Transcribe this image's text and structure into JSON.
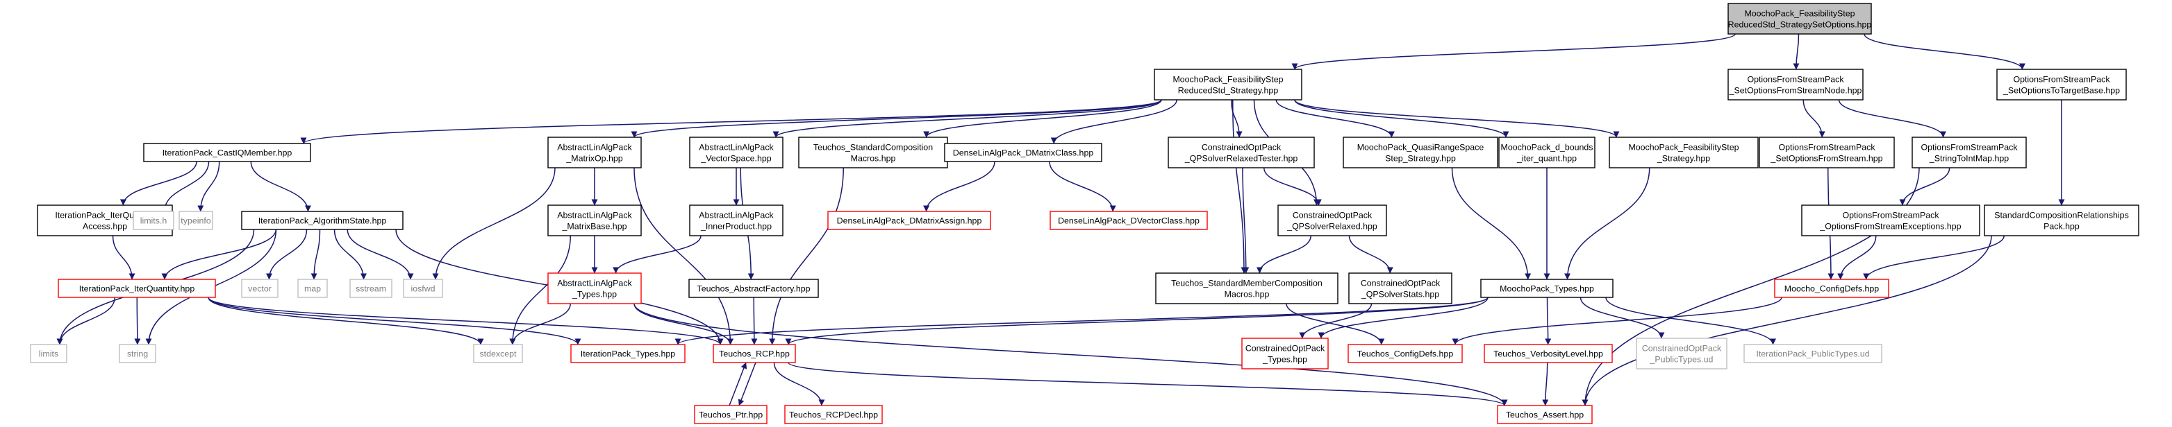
{
  "colors": {
    "edge": "#191970",
    "border_black": "#000000",
    "border_red": "#ff0000",
    "border_gray": "#bfbfbf",
    "root_fill": "#bfbfbf",
    "node_fill": "#ffffff",
    "text": "#000000",
    "text_gray": "#7f7f7f"
  },
  "nodes": [
    {
      "id": "root",
      "lines": [
        "MoochoPack_FeasibilityStep",
        "ReducedStd_StrategySetOptions.hpp"
      ],
      "style": "root"
    },
    {
      "id": "fs_reduced",
      "lines": [
        "MoochoPack_FeasibilityStep",
        "ReducedStd_Strategy.hpp"
      ],
      "style": "black"
    },
    {
      "id": "ofs_setnode",
      "lines": [
        "OptionsFromStreamPack",
        "_SetOptionsFromStreamNode.hpp"
      ],
      "style": "black"
    },
    {
      "id": "ofs_target",
      "lines": [
        "OptionsFromStreamPack",
        "_SetOptionsToTargetBase.hpp"
      ],
      "style": "black"
    },
    {
      "id": "cast_iq",
      "lines": [
        "IterationPack_CastIQMember.hpp"
      ],
      "style": "black"
    },
    {
      "id": "ala_matop",
      "lines": [
        "AbstractLinAlgPack",
        "_MatrixOp.hpp"
      ],
      "style": "black"
    },
    {
      "id": "ala_vecspace",
      "lines": [
        "AbstractLinAlgPack",
        "_VectorSpace.hpp"
      ],
      "style": "black"
    },
    {
      "id": "teuchos_stdcomp",
      "lines": [
        "Teuchos_StandardComposition",
        "Macros.hpp"
      ],
      "style": "black"
    },
    {
      "id": "dla_dmatrix",
      "lines": [
        "DenseLinAlgPack_DMatrixClass.hpp"
      ],
      "style": "black"
    },
    {
      "id": "cop_tester",
      "lines": [
        "ConstrainedOptPack",
        "_QPSolverRelaxedTester.hpp"
      ],
      "style": "black"
    },
    {
      "id": "mp_quasi",
      "lines": [
        "MoochoPack_QuasiRangeSpace",
        "Step_Strategy.hpp"
      ],
      "style": "black"
    },
    {
      "id": "mp_dbounds",
      "lines": [
        "MoochoPack_d_bounds",
        "_iter_quant.hpp"
      ],
      "style": "black"
    },
    {
      "id": "mp_fsstrat",
      "lines": [
        "MoochoPack_FeasibilityStep",
        "_Strategy.hpp"
      ],
      "style": "black"
    },
    {
      "id": "ofs_setstream",
      "lines": [
        "OptionsFromStreamPack",
        "_SetOptionsFromStream.hpp"
      ],
      "style": "black"
    },
    {
      "id": "ofs_strtoint",
      "lines": [
        "OptionsFromStreamPack",
        "_StringToIntMap.hpp"
      ],
      "style": "black"
    },
    {
      "id": "ip_iqaccess",
      "lines": [
        "IterationPack_IterQuantity",
        "Access.hpp"
      ],
      "style": "black"
    },
    {
      "id": "limits_h",
      "lines": [
        "limits.h"
      ],
      "style": "gray"
    },
    {
      "id": "typeinfo",
      "lines": [
        "typeinfo"
      ],
      "style": "gray"
    },
    {
      "id": "ip_algstate",
      "lines": [
        "IterationPack_AlgorithmState.hpp"
      ],
      "style": "black"
    },
    {
      "id": "ala_matbase",
      "lines": [
        "AbstractLinAlgPack",
        "_MatrixBase.hpp"
      ],
      "style": "black"
    },
    {
      "id": "ala_innerprod",
      "lines": [
        "AbstractLinAlgPack",
        "_InnerProduct.hpp"
      ],
      "style": "black"
    },
    {
      "id": "dla_dmassign",
      "lines": [
        "DenseLinAlgPack_DMatrixAssign.hpp"
      ],
      "style": "red"
    },
    {
      "id": "dla_dvector",
      "lines": [
        "DenseLinAlgPack_DVectorClass.hpp"
      ],
      "style": "red"
    },
    {
      "id": "cop_relaxed",
      "lines": [
        "ConstrainedOptPack",
        "_QPSolverRelaxed.hpp"
      ],
      "style": "black"
    },
    {
      "id": "ofs_exceptions",
      "lines": [
        "OptionsFromStreamPack",
        "_OptionsFromStreamExceptions.hpp"
      ],
      "style": "black"
    },
    {
      "id": "std_comp_rel",
      "lines": [
        "StandardCompositionRelationships",
        "Pack.hpp"
      ],
      "style": "black"
    },
    {
      "id": "ip_iterquant",
      "lines": [
        "IterationPack_IterQuantity.hpp"
      ],
      "style": "red"
    },
    {
      "id": "vector",
      "lines": [
        "vector"
      ],
      "style": "gray"
    },
    {
      "id": "map",
      "lines": [
        "map"
      ],
      "style": "gray"
    },
    {
      "id": "sstream",
      "lines": [
        "sstream"
      ],
      "style": "gray"
    },
    {
      "id": "iosfwd",
      "lines": [
        "iosfwd"
      ],
      "style": "gray"
    },
    {
      "id": "ala_types",
      "lines": [
        "AbstractLinAlgPack",
        "_Types.hpp"
      ],
      "style": "red"
    },
    {
      "id": "teuchos_absfact",
      "lines": [
        "Teuchos_AbstractFactory.hpp"
      ],
      "style": "black"
    },
    {
      "id": "teuchos_stdmember",
      "lines": [
        "Teuchos_StandardMemberComposition",
        "Macros.hpp"
      ],
      "style": "black"
    },
    {
      "id": "cop_stats",
      "lines": [
        "ConstrainedOptPack",
        "_QPSolverStats.hpp"
      ],
      "style": "black"
    },
    {
      "id": "mp_types",
      "lines": [
        "MoochoPack_Types.hpp"
      ],
      "style": "black"
    },
    {
      "id": "moocho_config",
      "lines": [
        "Moocho_ConfigDefs.hpp"
      ],
      "style": "red"
    },
    {
      "id": "limits",
      "lines": [
        "limits"
      ],
      "style": "gray"
    },
    {
      "id": "string",
      "lines": [
        "string"
      ],
      "style": "gray"
    },
    {
      "id": "stdexcept",
      "lines": [
        "stdexcept"
      ],
      "style": "gray"
    },
    {
      "id": "ip_types",
      "lines": [
        "IterationPack_Types.hpp"
      ],
      "style": "red"
    },
    {
      "id": "teuchos_rcp",
      "lines": [
        "Teuchos_RCP.hpp"
      ],
      "style": "red"
    },
    {
      "id": "cop_types",
      "lines": [
        "ConstrainedOptPack",
        "_Types.hpp"
      ],
      "style": "red"
    },
    {
      "id": "teuchos_config",
      "lines": [
        "Teuchos_ConfigDefs.hpp"
      ],
      "style": "red"
    },
    {
      "id": "teuchos_verb",
      "lines": [
        "Teuchos_VerbosityLevel.hpp"
      ],
      "style": "red"
    },
    {
      "id": "cop_public",
      "lines": [
        "ConstrainedOptPack",
        "_PublicTypes.ud"
      ],
      "style": "gray"
    },
    {
      "id": "ip_public",
      "lines": [
        "IterationPack_PublicTypes.ud"
      ],
      "style": "gray"
    },
    {
      "id": "teuchos_ptr",
      "lines": [
        "Teuchos_Ptr.hpp"
      ],
      "style": "red"
    },
    {
      "id": "teuchos_rcpdecl",
      "lines": [
        "Teuchos_RCPDecl.hpp"
      ],
      "style": "red"
    },
    {
      "id": "teuchos_assert",
      "lines": [
        "Teuchos_Assert.hpp"
      ],
      "style": "red"
    }
  ],
  "edges": [
    [
      "root",
      "fs_reduced"
    ],
    [
      "root",
      "ofs_setnode"
    ],
    [
      "root",
      "ofs_target"
    ],
    [
      "fs_reduced",
      "cast_iq"
    ],
    [
      "fs_reduced",
      "ala_matop"
    ],
    [
      "fs_reduced",
      "ala_vecspace"
    ],
    [
      "fs_reduced",
      "teuchos_stdcomp"
    ],
    [
      "fs_reduced",
      "dla_dmatrix"
    ],
    [
      "fs_reduced",
      "cop_tester"
    ],
    [
      "fs_reduced",
      "mp_quasi"
    ],
    [
      "fs_reduced",
      "mp_dbounds"
    ],
    [
      "fs_reduced",
      "mp_fsstrat"
    ],
    [
      "fs_reduced",
      "teuchos_stdmember"
    ],
    [
      "fs_reduced",
      "cop_relaxed"
    ],
    [
      "ofs_setnode",
      "ofs_setstream"
    ],
    [
      "ofs_setnode",
      "ofs_strtoint"
    ],
    [
      "ofs_target",
      "std_comp_rel"
    ],
    [
      "cast_iq",
      "ip_iqaccess"
    ],
    [
      "cast_iq",
      "limits_h"
    ],
    [
      "cast_iq",
      "typeinfo"
    ],
    [
      "cast_iq",
      "ip_algstate"
    ],
    [
      "ip_iqaccess",
      "ip_iterquant"
    ],
    [
      "ip_algstate",
      "ip_iterquant"
    ],
    [
      "ip_algstate",
      "vector"
    ],
    [
      "ip_algstate",
      "map"
    ],
    [
      "ip_algstate",
      "sstream"
    ],
    [
      "ip_algstate",
      "iosfwd"
    ],
    [
      "ip_algstate",
      "teuchos_rcp"
    ],
    [
      "ip_algstate",
      "limits"
    ],
    [
      "ip_algstate",
      "string"
    ],
    [
      "ip_iterquant",
      "limits"
    ],
    [
      "ip_iterquant",
      "string"
    ],
    [
      "ip_iterquant",
      "stdexcept"
    ],
    [
      "ip_iterquant",
      "ip_types"
    ],
    [
      "ip_iterquant",
      "teuchos_rcp"
    ],
    [
      "ala_matop",
      "ala_matbase"
    ],
    [
      "ala_matop",
      "iosfwd"
    ],
    [
      "ala_matop",
      "teuchos_rcp"
    ],
    [
      "ala_matbase",
      "ala_types"
    ],
    [
      "ala_matbase",
      "stdexcept"
    ],
    [
      "ala_vecspace",
      "ala_innerprod"
    ],
    [
      "ala_vecspace",
      "teuchos_absfact"
    ],
    [
      "ala_innerprod",
      "ala_types"
    ],
    [
      "ala_types",
      "stdexcept"
    ],
    [
      "ala_types",
      "teuchos_rcp"
    ],
    [
      "ala_types",
      "teuchos_assert"
    ],
    [
      "teuchos_absfact",
      "teuchos_rcp"
    ],
    [
      "teuchos_stdcomp",
      "teuchos_rcp"
    ],
    [
      "dla_dmatrix",
      "dla_dmassign"
    ],
    [
      "dla_dmatrix",
      "dla_dvector"
    ],
    [
      "cop_tester",
      "cop_relaxed"
    ],
    [
      "cop_tester",
      "teuchos_stdmember"
    ],
    [
      "cop_relaxed",
      "teuchos_stdmember"
    ],
    [
      "cop_relaxed",
      "cop_stats"
    ],
    [
      "cop_stats",
      "cop_types"
    ],
    [
      "teuchos_stdmember",
      "teuchos_config"
    ],
    [
      "mp_quasi",
      "mp_types"
    ],
    [
      "mp_dbounds",
      "mp_types"
    ],
    [
      "mp_fsstrat",
      "mp_types"
    ],
    [
      "mp_types",
      "teuchos_rcp"
    ],
    [
      "mp_types",
      "ip_types"
    ],
    [
      "mp_types",
      "cop_types"
    ],
    [
      "mp_types",
      "teuchos_verb"
    ],
    [
      "mp_types",
      "cop_public"
    ],
    [
      "mp_types",
      "ip_public"
    ],
    [
      "moocho_config",
      "teuchos_config"
    ],
    [
      "ofs_setstream",
      "moocho_config"
    ],
    [
      "ofs_strtoint",
      "ofs_exceptions"
    ],
    [
      "ofs_strtoint",
      "teuchos_assert"
    ],
    [
      "ofs_exceptions",
      "moocho_config"
    ],
    [
      "std_comp_rel",
      "moocho_config"
    ],
    [
      "std_comp_rel",
      "teuchos_assert"
    ],
    [
      "teuchos_rcp",
      "teuchos_ptr"
    ],
    [
      "teuchos_rcp",
      "teuchos_rcpdecl"
    ],
    [
      "teuchos_rcp",
      "teuchos_assert"
    ],
    [
      "teuchos_ptr",
      "teuchos_rcp"
    ],
    [
      "teuchos_verb",
      "teuchos_assert"
    ]
  ]
}
